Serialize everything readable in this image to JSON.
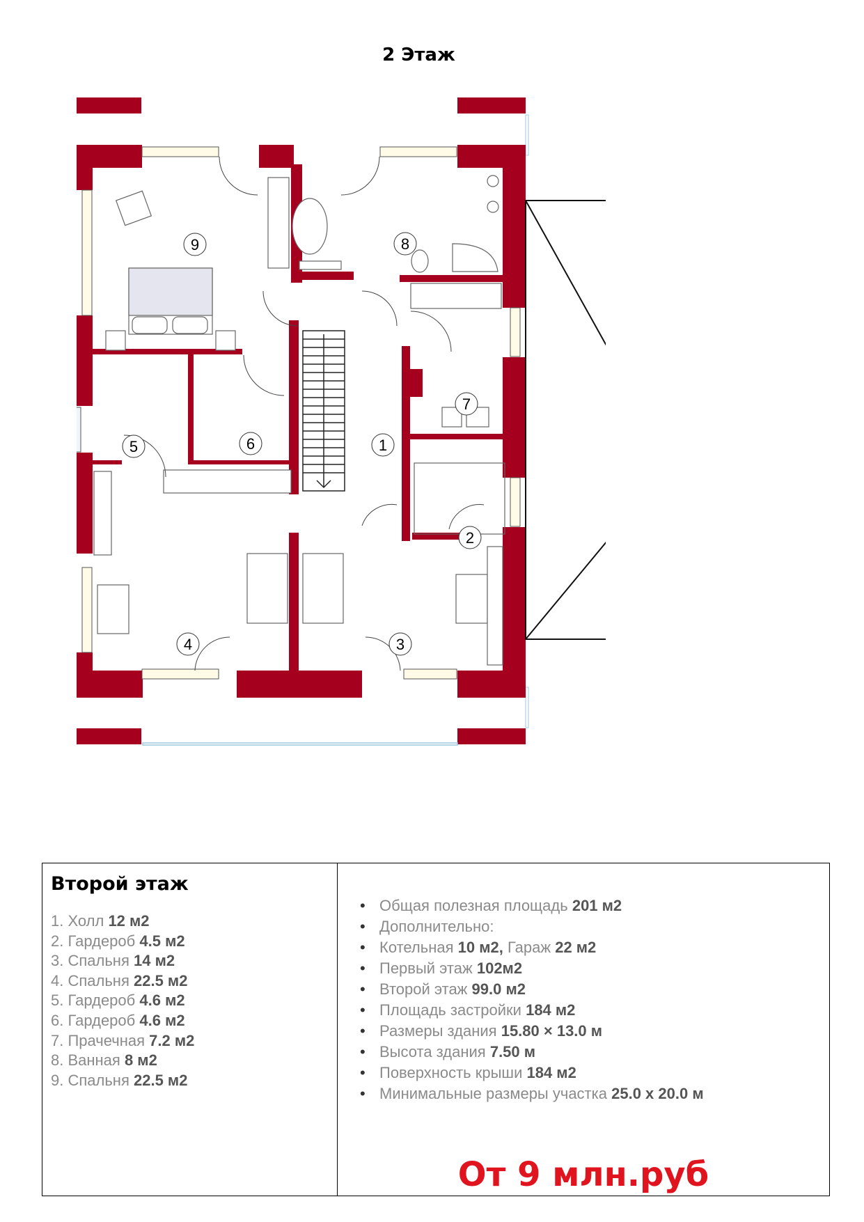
{
  "page_title": "2 Этаж",
  "room_markers": [
    "1",
    "2",
    "3",
    "4",
    "5",
    "6",
    "7",
    "8",
    "9"
  ],
  "colors": {
    "wall": "#a5001e",
    "window": "#fffbe6",
    "window_frame": "#9fc7e0",
    "price": "#e0141e"
  },
  "table": {
    "heading": "Второй этаж",
    "rooms": [
      {
        "name": "1. Холл",
        "area": "12 м2"
      },
      {
        "name": "2. Гардероб",
        "area": "4.5 м2"
      },
      {
        "name": "3. Спальня",
        "area": "14 м2"
      },
      {
        "name": "4. Спальня",
        "area": "22.5 м2"
      },
      {
        "name": "5. Гардероб",
        "area": "4.6 м2"
      },
      {
        "name": "6. Гардероб",
        "area": "4.6 м2"
      },
      {
        "name": "7. Прачечная",
        "area": "7.2 м2"
      },
      {
        "name": "8. Ванная",
        "area": "8 м2"
      },
      {
        "name": "9. Спальня",
        "area": "22.5 м2"
      }
    ],
    "specs": [
      {
        "label": "Общая полезная площадь",
        "value": "201 м2"
      },
      {
        "label": "Дополнительно:",
        "value": ""
      },
      {
        "label": "Котельная",
        "value": "10 м2,",
        "label2": "Гараж",
        "value2": "22 м2"
      },
      {
        "label": "Первый этаж",
        "value": "102м2"
      },
      {
        "label": "Второй этаж",
        "value": "99.0 м2"
      },
      {
        "label": "Площадь застройки",
        "value": "184 м2"
      },
      {
        "label": "Размеры здания",
        "value": "15.80 × 13.0 м"
      },
      {
        "label": "Высота здания",
        "value": "7.50 м"
      },
      {
        "label": "Поверхность крыши",
        "value": "184 м2"
      },
      {
        "label": "Минимальные размеры участка",
        "value": "25.0 x 20.0 м"
      }
    ],
    "price": "От 9 млн.руб"
  }
}
